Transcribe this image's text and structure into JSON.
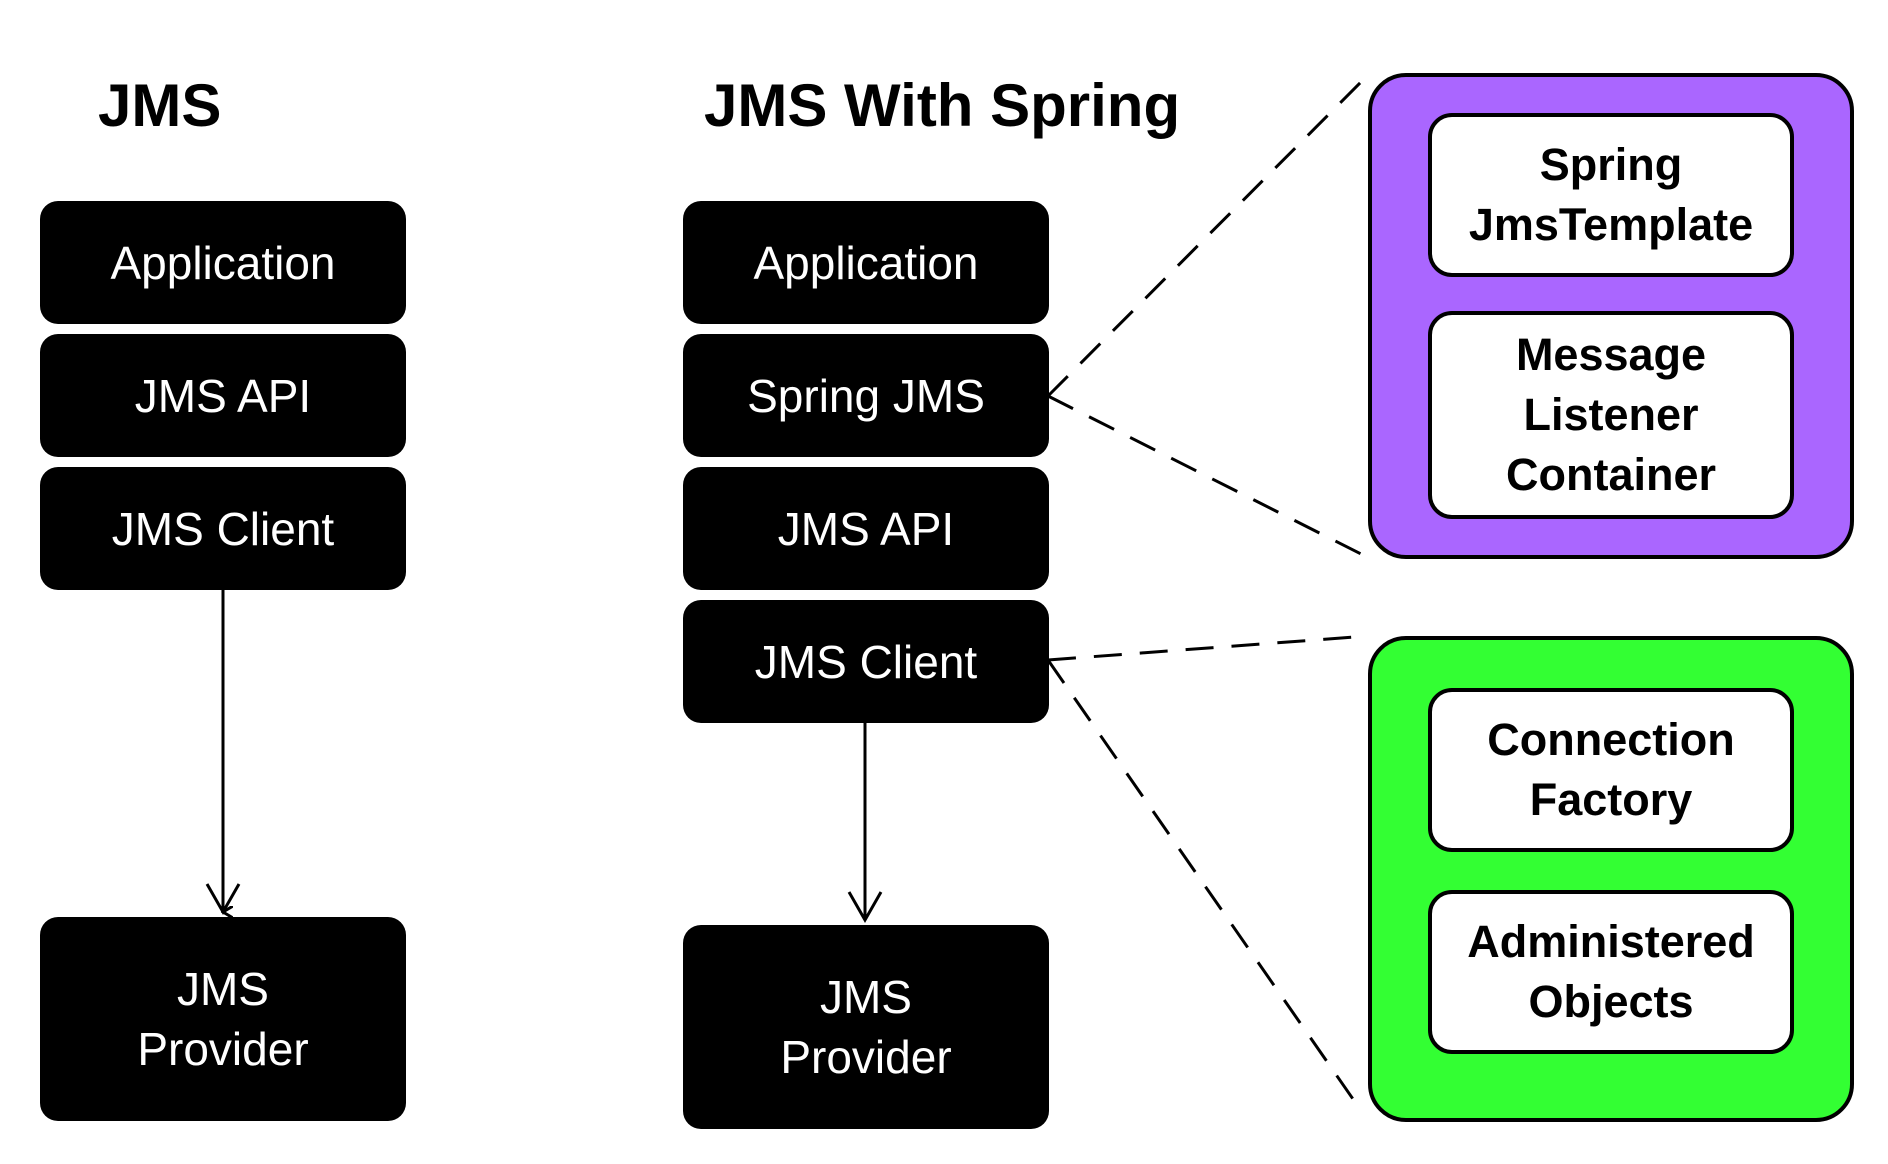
{
  "jms": {
    "title": "JMS",
    "blocks": [
      "Application",
      "JMS API",
      "JMS Client"
    ],
    "provider": "JMS\nProvider"
  },
  "spring": {
    "title": "JMS With Spring",
    "blocks": [
      "Application",
      "Spring JMS",
      "JMS API",
      "JMS Client"
    ],
    "provider": "JMS\nProvider"
  },
  "spring_panel": {
    "color": "#aa66ff",
    "items": [
      "Spring\nJmsTemplate",
      "Message\nListener\nContainer"
    ]
  },
  "client_panel": {
    "color": "#33ff33",
    "items": [
      "Connection\nFactory",
      "Administered\nObjects"
    ]
  }
}
